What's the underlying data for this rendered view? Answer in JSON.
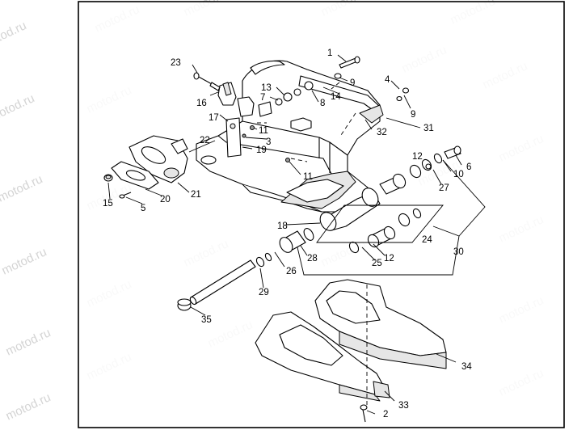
{
  "watermark": "motod.ru",
  "callouts": {
    "c1": "1",
    "c2": "2",
    "c3": "3",
    "c4": "4",
    "c5": "5",
    "c6": "6",
    "c7": "7",
    "c8": "8",
    "c9a": "9",
    "c9b": "9",
    "c10": "10",
    "c11a": "11",
    "c11b": "11",
    "c12a": "12",
    "c12b": "12",
    "c13": "13",
    "c14": "14",
    "c15": "15",
    "c16": "16",
    "c17": "17",
    "c18": "18",
    "c19": "19",
    "c20": "20",
    "c21": "21",
    "c22": "22",
    "c23": "23",
    "c24": "24",
    "c25": "25",
    "c26": "26",
    "c27": "27",
    "c28": "28",
    "c29": "29",
    "c30": "30",
    "c31": "31",
    "c32": "32",
    "c33": "33",
    "c34": "34",
    "c35": "35"
  }
}
